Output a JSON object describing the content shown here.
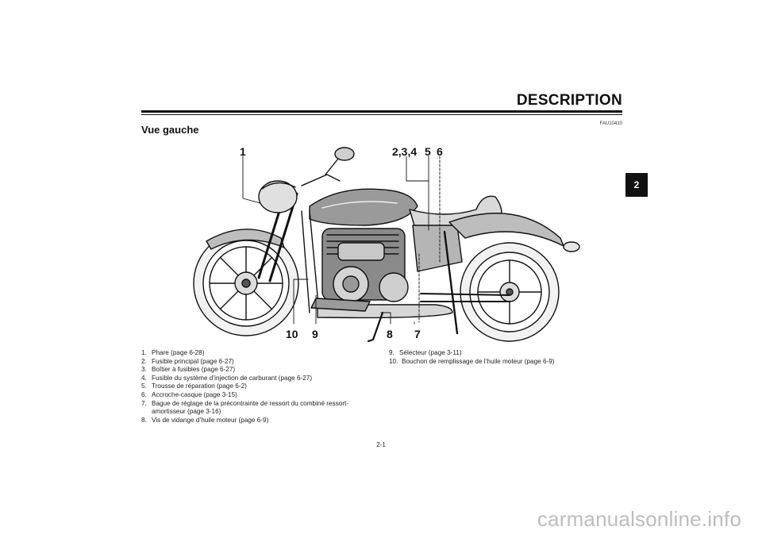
{
  "header": {
    "title": "DESCRIPTION",
    "code": "FAU10410"
  },
  "section": {
    "heading": "Vue gauche"
  },
  "chapter_tab": "2",
  "callouts": {
    "c1": "1",
    "c234": "2,3,4",
    "c5": "5",
    "c6": "6",
    "c10": "10",
    "c9": "9",
    "c8": "8",
    "c7": "7"
  },
  "legend": {
    "left": [
      {
        "num": "1.",
        "text": "Phare (page 6-28)"
      },
      {
        "num": "2.",
        "text": "Fusible principal (page 6-27)"
      },
      {
        "num": "3.",
        "text": "Boîtier à fusibles (page 6-27)"
      },
      {
        "num": "4.",
        "text": "Fusible du système d’injection de carburant (page 6-27)"
      },
      {
        "num": "5.",
        "text": "Trousse de réparation (page 6-2)"
      },
      {
        "num": "6.",
        "text": "Accroche-casque (page 3-15)"
      },
      {
        "num": "7.",
        "text": "Bague de réglage de la précontrainte de ressort du combiné ressort-amortisseur (page 3-16)"
      },
      {
        "num": "8.",
        "text": "Vis de vidange d’huile moteur (page 6-9)"
      }
    ],
    "right": [
      {
        "num": "9.",
        "text": "Sélecteur (page 3-11)"
      },
      {
        "num": "10.",
        "text": "Bouchon de remplissage de l’huile moteur (page 6-9)"
      }
    ]
  },
  "page_number": "2-1",
  "watermark": "carmanualsonline.info"
}
